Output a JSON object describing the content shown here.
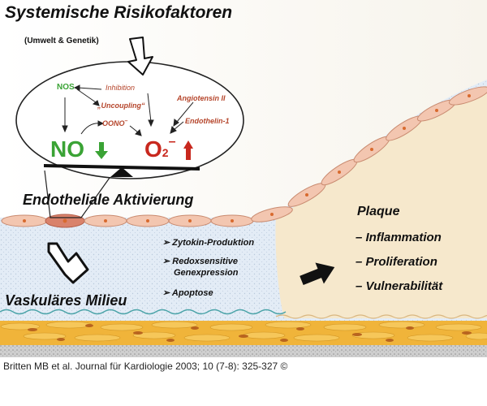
{
  "title": "Systemische Risikofaktoren",
  "subtitle": "(Umwelt & Genetik)",
  "bubble": {
    "nos": "NOS",
    "inhibition": "Inhibition",
    "uncoupling": "„Uncoupling“",
    "angiotensin": "Angiotensin II",
    "oono": "OONO",
    "oono_charge": "–",
    "endothelin": "Endothelin-1",
    "no": "NO",
    "o2": "O",
    "o2_sub": "2",
    "o2_charge": "–"
  },
  "endothelial_activation": "Endotheliale Aktivierung",
  "vascular_milieu": "Vaskuläres Milieu",
  "effects": [
    {
      "text": "Zytokin-Produktion"
    },
    {
      "text": "Redoxsensitive"
    },
    {
      "text": "Genexpression"
    },
    {
      "text": "Apoptose"
    }
  ],
  "plaque": {
    "title": "Plaque",
    "items": [
      "– Inflammation",
      "– Proliferation",
      "– Vulnerabilität"
    ]
  },
  "caption": "Britten MB et al. Journal für Kardiologie 2003; 10 (7-8): 325-327 ©",
  "colors": {
    "green": "#3aa335",
    "red": "#c8281e",
    "brown_text": "#b5452b",
    "lumen_blue": "#dfe9f4",
    "plaque_beige": "#f6e8cc",
    "media_orange": "#f0b43a",
    "cell_pink": "#f3c6b0",
    "nucleus": "#d86a2e"
  }
}
